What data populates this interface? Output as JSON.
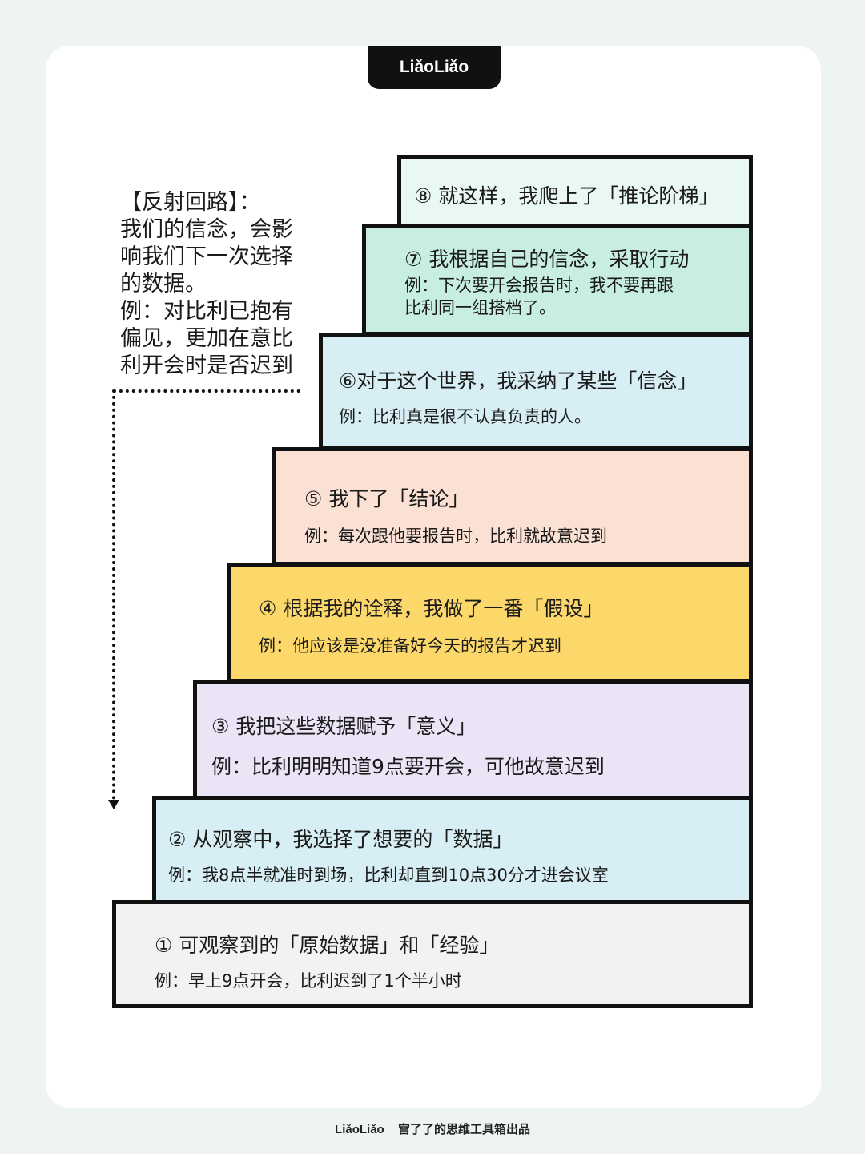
{
  "brand": {
    "logo_text": "LiǎoLiǎo"
  },
  "reflexive_loop": {
    "lines": [
      "【反射回路】：",
      "我们的信念，会影",
      "响我们下一次选择",
      "的数据。",
      "例：对比利已抱有",
      "偏见，更加在意比",
      "利开会时是否迟到"
    ]
  },
  "ladder": {
    "steps": [
      {
        "title": "① 可观察到的「原始数据」和「经验」",
        "example": "例：早上9点开会，比利迟到了1个半小时",
        "color": "#f2f2f2"
      },
      {
        "title": "② 从观察中，我选择了想要的「数据」",
        "example": "例：我8点半就准时到场，比利却直到10点30分才进会议室",
        "color": "#d6eef4"
      },
      {
        "title": "③ 我把这些数据赋予「意义」",
        "example": "例：比利明明知道9点要开会，可他故意迟到",
        "color": "#ebe4f7"
      },
      {
        "title": "④ 根据我的诠释，我做了一番「假设」",
        "example": "例：他应该是没准备好今天的报告才迟到",
        "color": "#fcd769"
      },
      {
        "title": "⑤ 我下了「结论」",
        "example": "例：每次跟他要报告时，比利就故意迟到",
        "color": "#fbe1d3"
      },
      {
        "title": "⑥对于这个世界，我采纳了某些「信念」",
        "example": "例：比利真是很不认真负责的人。",
        "color": "#d6eef4"
      },
      {
        "title": "⑦ 我根据自己的信念，采取行动",
        "example": "例：下次要开会报告时，我不要再跟",
        "example_line2": "比利同一组搭档了。",
        "color": "#c8eee0"
      },
      {
        "title": "⑧ 就这样，我爬上了「推论阶梯」",
        "color": "#eaf8f3"
      }
    ]
  },
  "footer": {
    "logo_text": "LiǎoLiǎo",
    "credit": "宫了了的思维工具箱出品"
  }
}
